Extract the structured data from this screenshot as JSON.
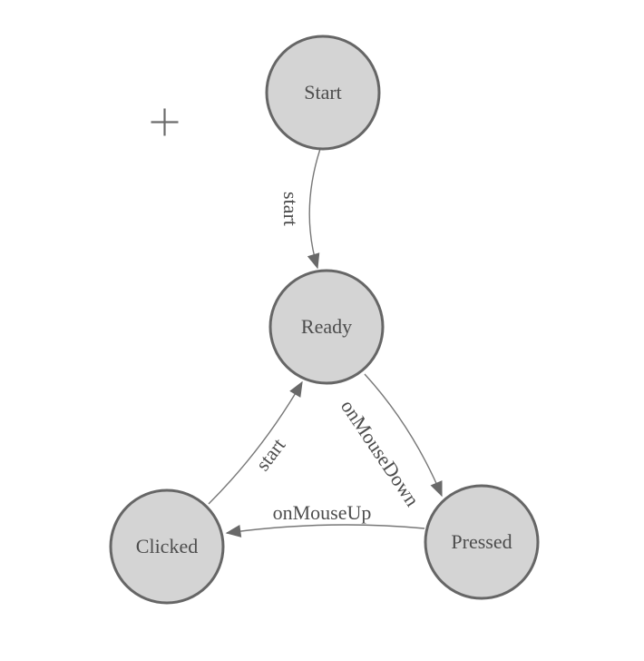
{
  "diagram": {
    "kind": "finite-state-machine",
    "colors": {
      "background": "#ffffff",
      "node_fill": "#d4d4d4",
      "node_stroke": "#666666",
      "edge_stroke": "#777777",
      "arrow": "#696969",
      "text": "#4d4d4d",
      "cursor": "#6b6b6b"
    },
    "nodes": [
      {
        "id": "start",
        "label": "Start"
      },
      {
        "id": "ready",
        "label": "Ready"
      },
      {
        "id": "clicked",
        "label": "Clicked"
      },
      {
        "id": "pressed",
        "label": "Pressed"
      }
    ],
    "edges": [
      {
        "id": "start-to-ready",
        "from": "Start",
        "to": "Ready",
        "label": "start"
      },
      {
        "id": "clicked-to-ready",
        "from": "Clicked",
        "to": "Ready",
        "label": "start"
      },
      {
        "id": "ready-to-pressed",
        "from": "Ready",
        "to": "Pressed",
        "label": "onMouseDown"
      },
      {
        "id": "pressed-to-clicked",
        "from": "Pressed",
        "to": "Clicked",
        "label": "onMouseUp"
      }
    ]
  }
}
